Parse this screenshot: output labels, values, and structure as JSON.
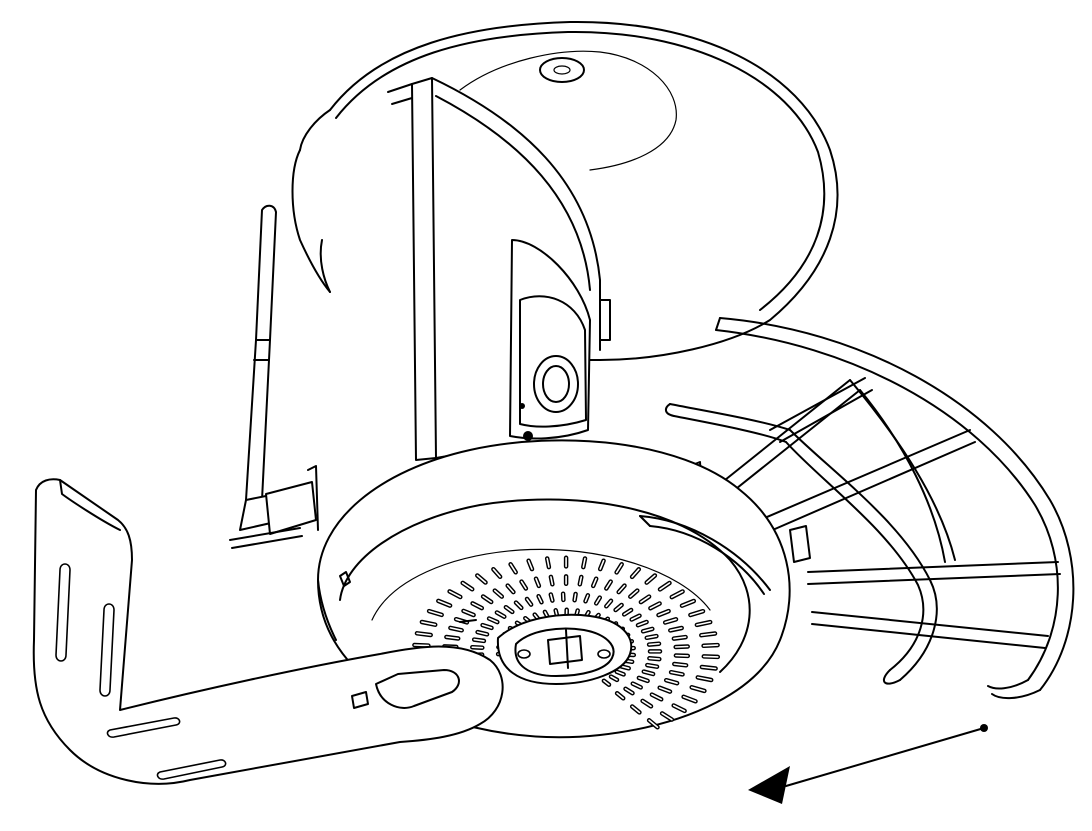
{
  "figure": {
    "description_visible_text": "",
    "colors": {
      "line": "#000000",
      "background": "#ffffff"
    },
    "components": [
      {
        "name": "cover-dome",
        "icon": "dome-cover-icon"
      },
      {
        "name": "mounting-stand",
        "icon": "stand-icon"
      },
      {
        "name": "antenna",
        "icon": "antenna-icon"
      },
      {
        "name": "access-point-base",
        "icon": "vented-disc-icon"
      },
      {
        "name": "wall-bracket",
        "icon": "l-bracket-icon"
      },
      {
        "name": "cage-ribs",
        "icon": "cage-icon"
      },
      {
        "name": "direction-arrow",
        "icon": "arrow-left-icon"
      }
    ]
  }
}
